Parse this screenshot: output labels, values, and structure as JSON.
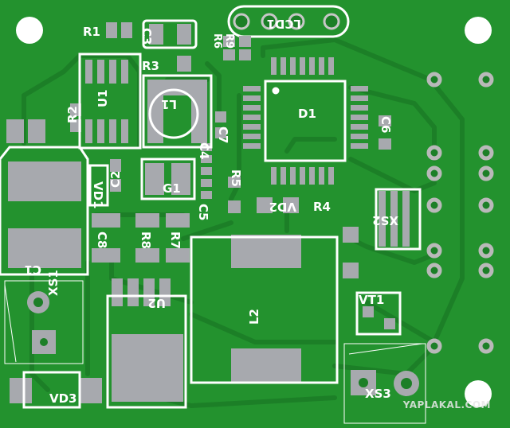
{
  "board": {
    "colors": {
      "substrate": "#23922e",
      "copper": "#1c7f27",
      "pad": "#a7a9ae",
      "silk": "#ffffff",
      "hole": "#ffffff"
    }
  },
  "labels": {
    "R1": "R1",
    "C3": "C3",
    "LCD1": "LCD1",
    "R6": "R6",
    "R9": "R9",
    "R3": "R3",
    "U1": "U1",
    "R2": "R2",
    "L1": "L1",
    "D1": "D1",
    "C6": "C6",
    "C7": "C7",
    "C4": "C4",
    "C2": "C2",
    "VD1": "VD1",
    "R5": "R5",
    "G1": "G1",
    "C5": "C5",
    "VD2": "VD2",
    "R4": "R4",
    "XS2": "XS2",
    "C8": "C8",
    "R8": "R8",
    "R7": "R7",
    "C1": "C1",
    "XS1": "XS1",
    "U2": "U2",
    "L2": "L2",
    "VT1": "VT1",
    "XS3": "XS3",
    "VD3": "VD3"
  },
  "watermark": "YAPLAKAL.COM"
}
